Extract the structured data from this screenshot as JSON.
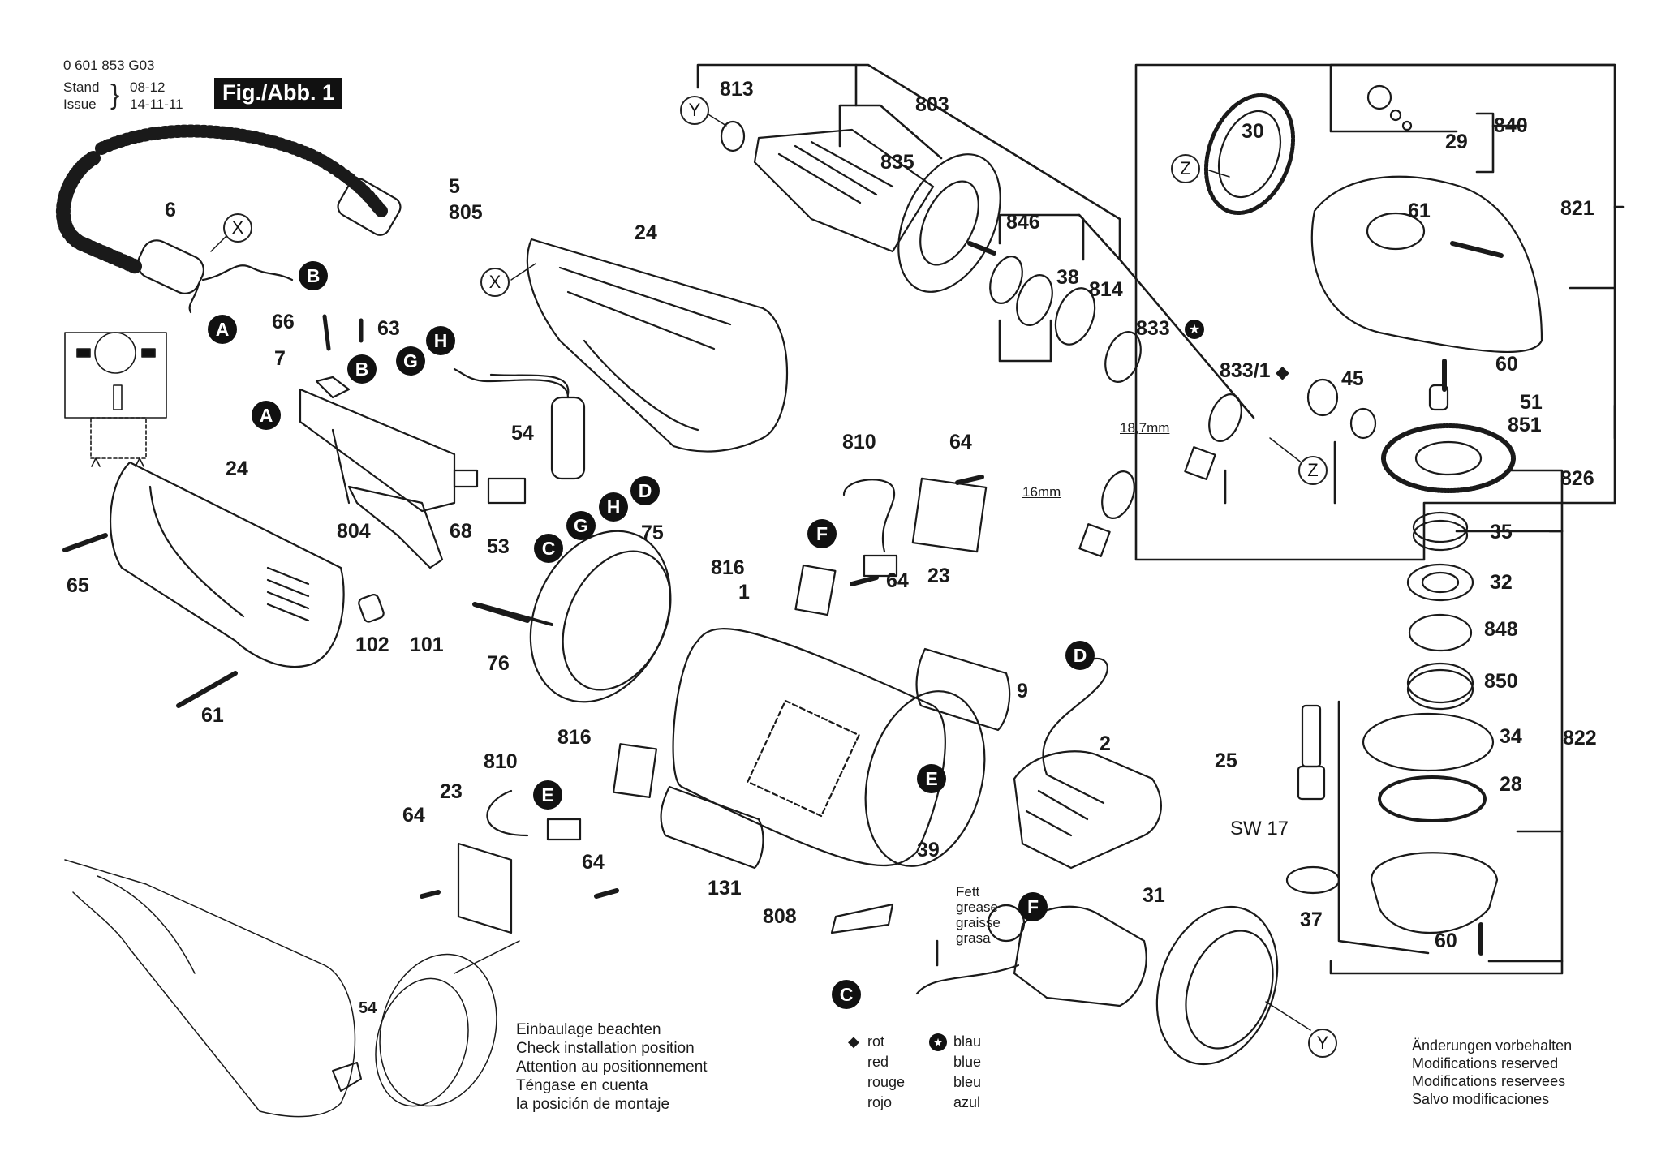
{
  "header": {
    "part_number": "0 601 853 G03",
    "stand_label": "Stand",
    "issue_label": "Issue",
    "stand_date_struck": "08-12",
    "issue_date": "14-11-11",
    "figure_title": "Fig./Abb. 1"
  },
  "part_labels": {
    "p813": "813",
    "p803": "803",
    "p835": "835",
    "p846": "846",
    "p38": "38",
    "p814": "814",
    "p833": "833",
    "p833_1": "833/1",
    "p30": "30",
    "p840": "840",
    "p29": "29",
    "p61a": "61",
    "p821": "821",
    "p60a": "60",
    "p51": "51",
    "p851": "851",
    "p45": "45",
    "p826": "826",
    "p35": "35",
    "p32": "32",
    "p848": "848",
    "p850": "850",
    "p34": "34",
    "p822": "822",
    "p28": "28",
    "p60b": "60",
    "p25": "25",
    "p37": "37",
    "p5": "5",
    "p805": "805",
    "p6": "6",
    "p24a": "24",
    "p24b": "24",
    "p66": "66",
    "p63": "63",
    "p7": "7",
    "p54a": "54",
    "p54b": "54",
    "p804": "804",
    "p68": "68",
    "p53": "53",
    "p75": "75",
    "p65": "65",
    "p61b": "61",
    "p102": "102",
    "p101": "101",
    "p76": "76",
    "p810a": "810",
    "p64a": "64",
    "p816a": "816",
    "p64b": "64",
    "p23a": "23",
    "p1": "1",
    "p9": "9",
    "p2": "2",
    "p810b": "810",
    "p816b": "816",
    "p23b": "23",
    "p64c": "64",
    "p64d": "64",
    "p131": "131",
    "p39": "39",
    "p808": "808",
    "p31": "31"
  },
  "connectors": {
    "A": "A",
    "B": "B",
    "C": "C",
    "D": "D",
    "E": "E",
    "F": "F",
    "G": "G",
    "H": "H"
  },
  "refs": {
    "X": "X",
    "Y": "Y",
    "Z": "Z"
  },
  "dimensions": {
    "d18_7": "18,7mm",
    "d16": "16mm",
    "wrench": "SW 17"
  },
  "grease_note": [
    "Fett",
    "grease",
    "graisse",
    "grasa"
  ],
  "installation_note": [
    "Einbaulage beachten",
    "Check installation position",
    "Attention au positionnement",
    "Téngase en cuenta",
    "la posición de montaje"
  ],
  "color_legend": {
    "red": {
      "symbol": "diamond",
      "names": [
        "rot",
        "red",
        "rouge",
        "rojo"
      ]
    },
    "blue": {
      "symbol": "star-circle",
      "names": [
        "blau",
        "blue",
        "bleu",
        "azul"
      ]
    }
  },
  "modifications_note": [
    "Änderungen vorbehalten",
    "Modifications reserved",
    "Modifications reservees",
    "Salvo modificaciones"
  ],
  "colors": {
    "ink": "#1a1a1a",
    "paper": "#ffffff",
    "badge_bg": "#111111"
  }
}
